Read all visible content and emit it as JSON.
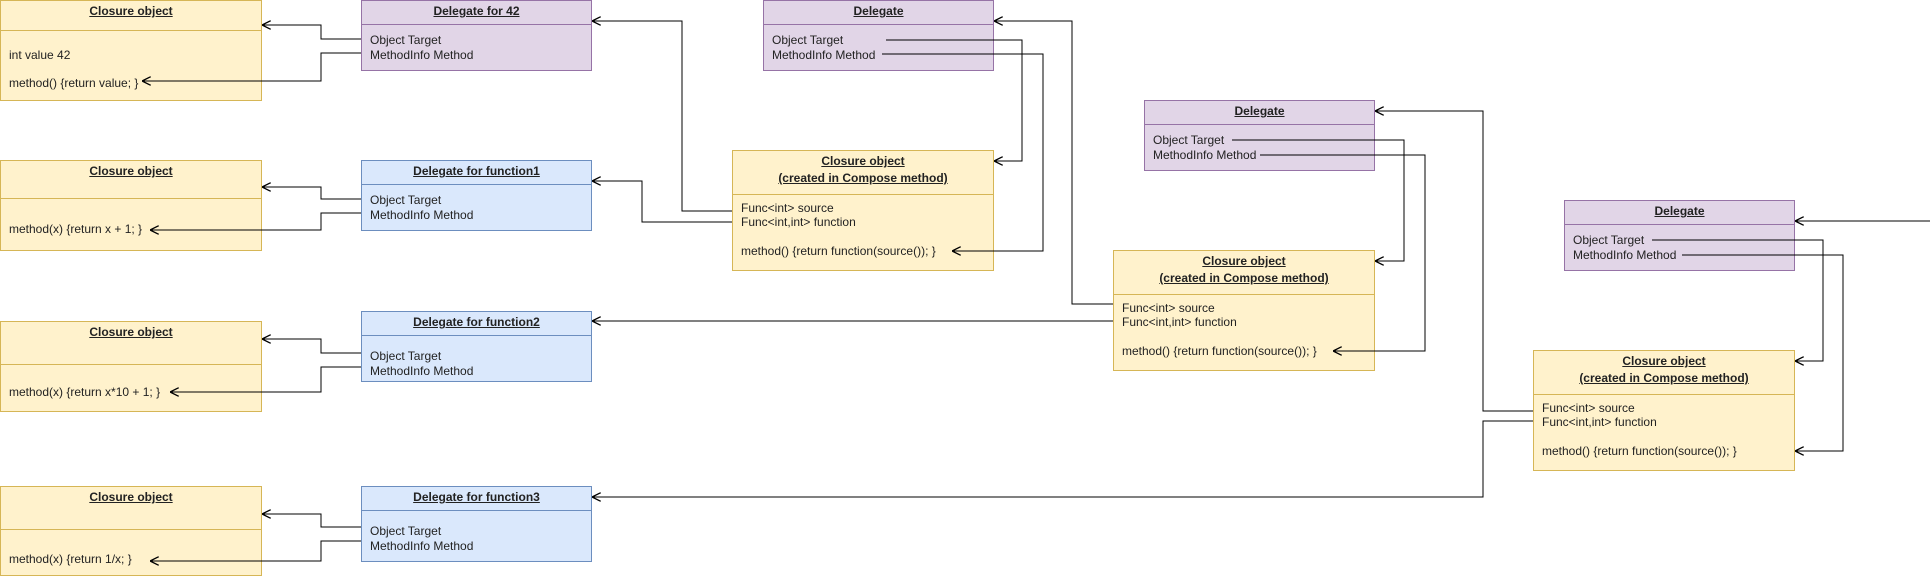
{
  "closures_left": [
    {
      "title": "Closure object",
      "lines": [
        "int value 42",
        "method() {return value; }"
      ]
    },
    {
      "title": "Closure object",
      "lines": [
        "method(x) {return x + 1; }"
      ]
    },
    {
      "title": "Closure object",
      "lines": [
        "method(x) {return x*10 + 1; }"
      ]
    },
    {
      "title": "Closure object",
      "lines": [
        "method(x) {return 1/x; }"
      ]
    }
  ],
  "delegates_left": [
    {
      "title": "Delegate for 42",
      "target": "Object Target",
      "method": "MethodInfo Method"
    },
    {
      "title": "Delegate for function1",
      "target": "Object Target",
      "method": "MethodInfo Method"
    },
    {
      "title": "Delegate for function2",
      "target": "Object Target",
      "method": "MethodInfo Method"
    },
    {
      "title": "Delegate for function3",
      "target": "Object Target",
      "method": "MethodInfo Method"
    }
  ],
  "compose_delegates": [
    {
      "title": "Delegate",
      "target": "Object Target",
      "method": "MethodInfo Method"
    },
    {
      "title": "Delegate",
      "target": "Object Target",
      "method": "MethodInfo Method"
    },
    {
      "title": "Delegate",
      "target": "Object Target",
      "method": "MethodInfo Method"
    }
  ],
  "compose_closures": [
    {
      "title_1": "Closure object",
      "title_2": "(created in Compose method)",
      "source": "Func<int> source",
      "function": "Func<int,int> function",
      "method": "method() {return function(source()); }"
    },
    {
      "title_1": "Closure object",
      "title_2": "(created in Compose method)",
      "source": "Func<int> source",
      "function": "Func<int,int> function",
      "method": "method() {return function(source()); }"
    },
    {
      "title_1": "Closure object",
      "title_2": "(created in Compose method)",
      "source": "Func<int> source",
      "function": "Func<int,int> function",
      "method": "method() {return function(source()); }"
    }
  ]
}
